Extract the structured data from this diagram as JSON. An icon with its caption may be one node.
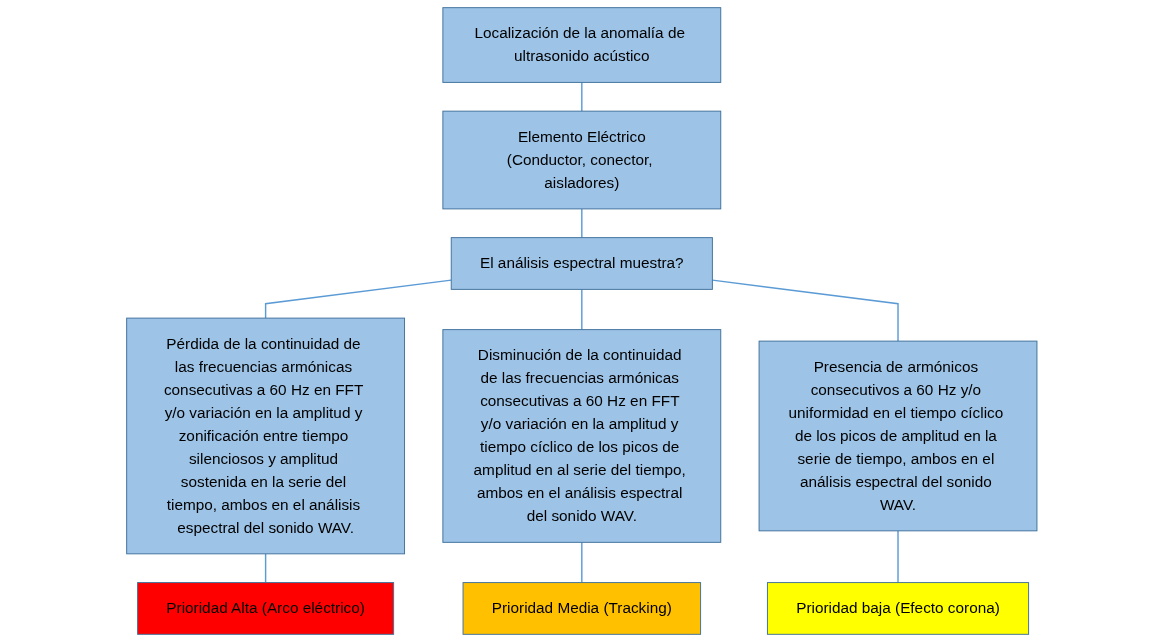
{
  "diagram": {
    "nodes": [
      {
        "text": [
          "Localización de la anomalía de ultrasonido acústico"
        ]
      },
      {
        "text": [
          "Elemento Eléctrico",
          "(Conductor, conector, aisladores)"
        ]
      },
      {
        "text": [
          "El análisis espectral muestra?"
        ]
      },
      {
        "text": [
          "Pérdida de la continuidad de las frecuencias armónicas consecutivas a 60 Hz en FFT y/o variación en la amplitud y zonificación entre tiempo silenciosos y amplitud sostenida en la serie del tiempo, ambos en el análisis espectral del sonido WAV."
        ]
      },
      {
        "text": [
          "Disminución de la continuidad de las frecuencias armónicas consecutivas a 60 Hz en FFT y/o variación en la amplitud y tiempo cíclico de los picos de amplitud en al serie del tiempo, ambos en el análisis espectral del sonido WAV."
        ]
      },
      {
        "text": [
          "Presencia de armónicos consecutivos a 60 Hz y/o uniformidad en el tiempo cíclico de los picos de amplitud en la serie de tiempo, ambos en el análisis espectral del sonido WAV."
        ]
      },
      {
        "text": [
          "Prioridad Alta (Arco eléctrico)"
        ]
      },
      {
        "text": [
          "Prioridad Media (Tracking)"
        ]
      },
      {
        "text": [
          "Prioridad baja (Efecto corona)"
        ]
      }
    ],
    "edges": [
      {
        "from": 0,
        "to": 1,
        "arrow": "none"
      },
      {
        "from": 1,
        "to": 2,
        "arrow": "none"
      },
      {
        "from": 2,
        "to": 3,
        "arrow": "none"
      },
      {
        "from": 2,
        "to": 4,
        "arrow": "none"
      },
      {
        "from": 2,
        "to": 5,
        "arrow": "none"
      },
      {
        "from": 3,
        "to": 6,
        "arrow": "none"
      },
      {
        "from": 4,
        "to": 7,
        "arrow": "none"
      },
      {
        "from": 5,
        "to": 8,
        "arrow": "none"
      }
    ]
  }
}
